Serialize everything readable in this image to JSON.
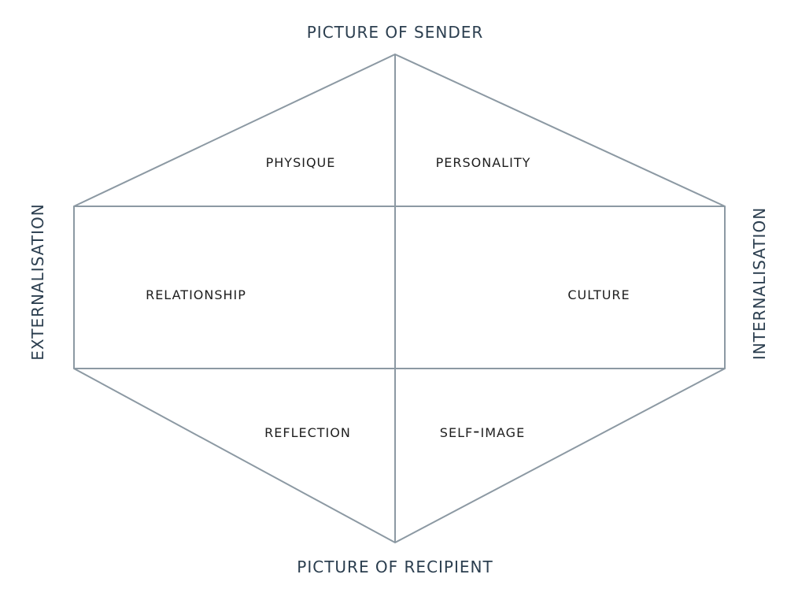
{
  "diagram": {
    "axes": {
      "top": "PICTURE OF SENDER",
      "bottom": "PICTURE OF RECIPIENT",
      "left": "EXTERNALISATION",
      "right": "INTERNALISATION"
    },
    "facets": {
      "physique": "physique",
      "personality": "personality",
      "relationship": "relationship",
      "culture": "culture",
      "reflection": "reflection",
      "self_image": "self-image"
    },
    "colors": {
      "lines": "#8c99a3",
      "axis_text": "#2b3e4f",
      "facet_text": "#1e1e1e"
    }
  }
}
